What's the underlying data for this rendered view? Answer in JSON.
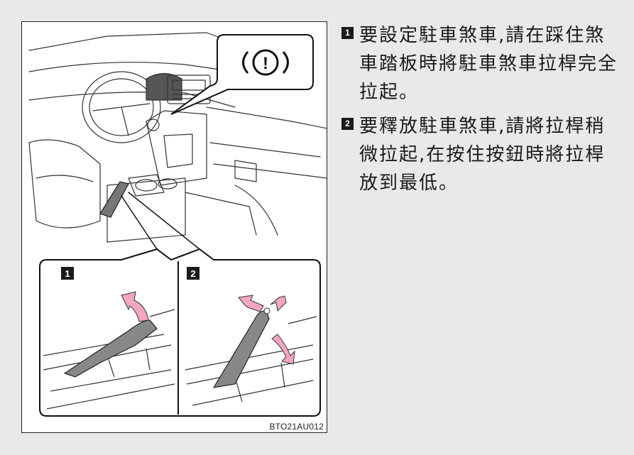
{
  "figure": {
    "warning_symbol": "(!)",
    "code": "BTO21AU012",
    "panel_1_label": "1",
    "panel_2_label": "2",
    "accent_arrow_color": "#f4a6c3"
  },
  "steps": [
    {
      "num": "1",
      "text": "要設定駐車煞車,請在踩住煞車踏板時將駐車煞車拉桿完全拉起。"
    },
    {
      "num": "2",
      "text": "要釋放駐車煞車,請將拉桿稍微拉起,在按住按鈕時將拉桿放到最低。"
    }
  ]
}
